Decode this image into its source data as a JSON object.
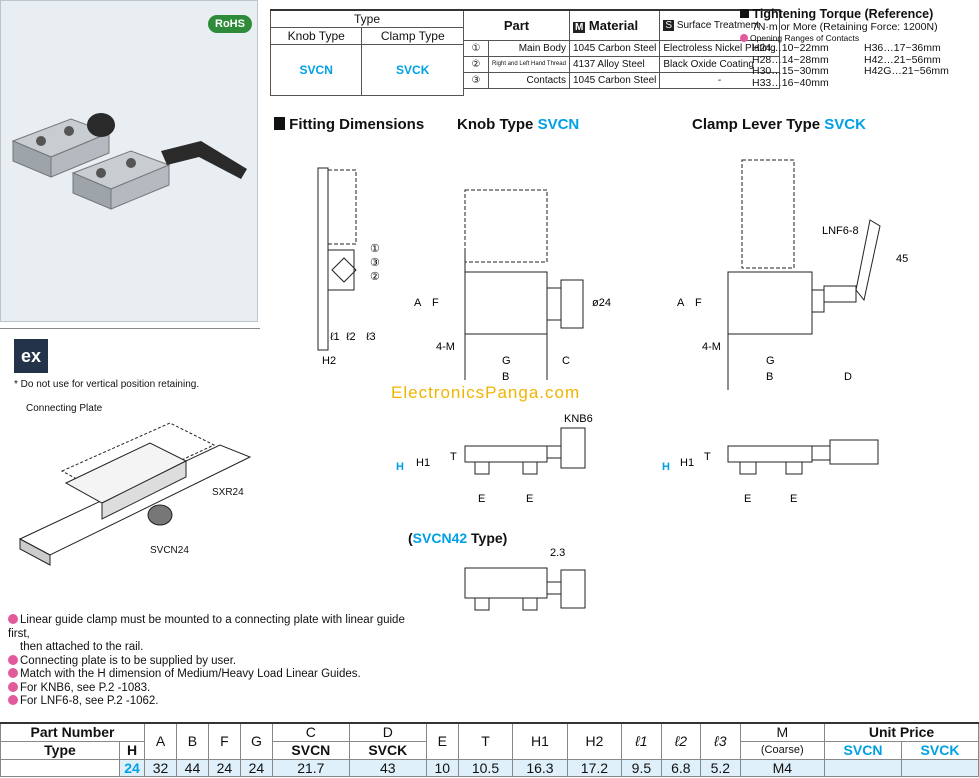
{
  "rohs_label": "RoHS",
  "type_table": {
    "header": "Type",
    "knob_type_label": "Knob Type",
    "clamp_type_label": "Clamp Type",
    "knob_type_value": "SVCN",
    "clamp_type_value": "SVCK"
  },
  "material_table": {
    "part_header": "Part",
    "material_header": "Material",
    "material_icon": "M",
    "surface_header": "Surface Treatment",
    "surface_icon": "S",
    "rows": [
      {
        "no": "①",
        "part": "Main Body",
        "material": "1045 Carbon Steel",
        "surface": "Electroless Nickel Plating"
      },
      {
        "no": "②",
        "part": "Right and Left Hand Thread",
        "material": "4137 Alloy Steel",
        "surface": "Black Oxide Coating"
      },
      {
        "no": "③",
        "part": "Contacts",
        "material": "1045 Carbon Steel",
        "surface": "-"
      }
    ]
  },
  "torque": {
    "title": "Tightening Torque (Reference)",
    "value": "7N·m or More (Retaining Force: 1200N)",
    "ranges_title": "Opening Ranges of Contacts",
    "ranges_left": [
      "H24…10~22mm",
      "H28…14~28mm",
      "H30…15~30mm",
      "H33…16~40mm"
    ],
    "ranges_right": [
      "H36…17~36mm",
      "H42…21~56mm",
      "H42G…21~56mm"
    ]
  },
  "section": {
    "fitting_title": "Fitting Dimensions",
    "knob_title": "Knob Type",
    "knob_code": "SVCN",
    "clamp_title": "Clamp Lever Type",
    "clamp_code": "SVCK",
    "svcn42_prefix": "(",
    "svcn42_code": "SVCN42",
    "svcn42_suffix": " Type)"
  },
  "drawing_labels": {
    "callouts": [
      "①",
      "③",
      "②"
    ],
    "l1": "ℓ1",
    "l2": "ℓ2",
    "l3": "ℓ3",
    "h2": "H2",
    "a": "A",
    "f": "F",
    "m": "4-M",
    "g": "G",
    "b": "B",
    "c": "C",
    "d": "D",
    "phi24": "ø24",
    "lnf": "LNF6-8",
    "dim45": "45",
    "knb6": "KNB6",
    "h": "H",
    "h1": "H1",
    "t": "T",
    "e": "E",
    "dim23": "2.3"
  },
  "watermark": "ElectronicsPanga.com",
  "usage": {
    "ex_icon": "ex",
    "warning": "* Do not use for vertical position retaining.",
    "connecting_plate": "Connecting Plate",
    "sxr": "SXR24",
    "svcn": "SVCN24"
  },
  "notes": [
    "Linear guide clamp must be mounted to a connecting plate with linear guide first,",
    "then attached to the rail.",
    "Connecting plate is to be supplied by user.",
    "Match with the H dimension of Medium/Heavy Load Linear Guides.",
    "For KNB6, see P.2 -1083.",
    "For LNF6-8, see P.2 -1062."
  ],
  "table": {
    "part_number": "Part Number",
    "type": "Type",
    "h": "H",
    "columns": [
      "A",
      "B",
      "F",
      "G",
      "C",
      "D",
      "E",
      "T",
      "H1",
      "H2",
      "ℓ1",
      "ℓ2",
      "ℓ3",
      "M"
    ],
    "c_sub": "SVCN",
    "d_sub": "SVCK",
    "m_sub": "(Coarse)",
    "unit_price": "Unit Price",
    "up_svcn": "SVCN",
    "up_svck": "SVCK",
    "row": {
      "h": "24",
      "a": "32",
      "b": "44",
      "f": "24",
      "g": "24",
      "c": "21.7",
      "d": "43",
      "e": "10",
      "t": "10.5",
      "h1": "16.3",
      "h2": "17.2",
      "l1": "9.5",
      "l2": "6.8",
      "l3": "5.2",
      "m": "M4"
    }
  },
  "colors": {
    "accent": "#00a0e6",
    "rohs": "#2e8b3a",
    "row_bg": "#dff0fa",
    "bullet": "#e05a9c"
  }
}
